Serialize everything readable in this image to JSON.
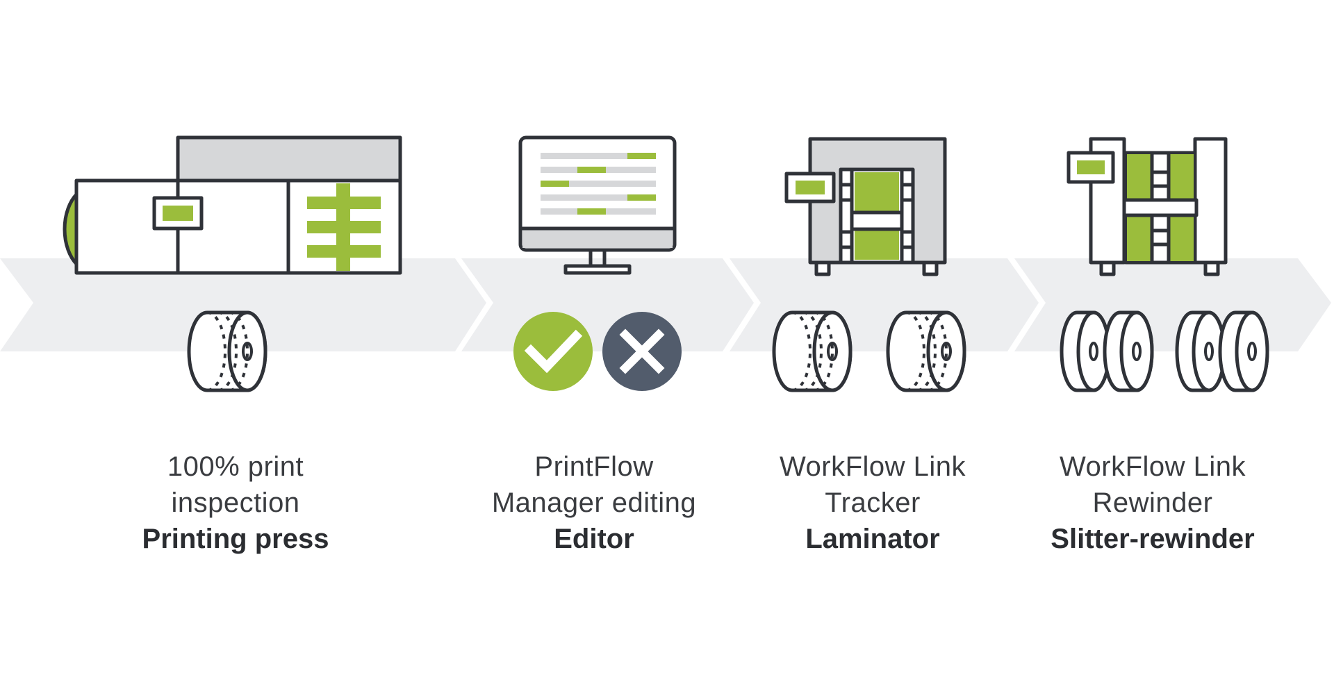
{
  "colors": {
    "green": "#9bbd3c",
    "outline": "#2f3238",
    "gray_fill": "#d6d7d9",
    "arrow": "#edeef0",
    "dark_circle": "#525c6c",
    "white": "#ffffff"
  },
  "stages": [
    {
      "line1": "100% print",
      "line2": "inspection",
      "bold": "Printing press"
    },
    {
      "line1": "PrintFlow",
      "line2": "Manager editing",
      "bold": "Editor"
    },
    {
      "line1": "WorkFlow Link",
      "line2": "Tracker",
      "bold": "Laminator"
    },
    {
      "line1": "WorkFlow Link",
      "line2": "Rewinder",
      "bold": "Slitter-rewinder"
    }
  ],
  "icons": [
    "printing-press-icon",
    "monitor-icon",
    "check-icon",
    "x-icon",
    "laminator-icon",
    "slitter-rewinder-icon",
    "roll-icon"
  ]
}
